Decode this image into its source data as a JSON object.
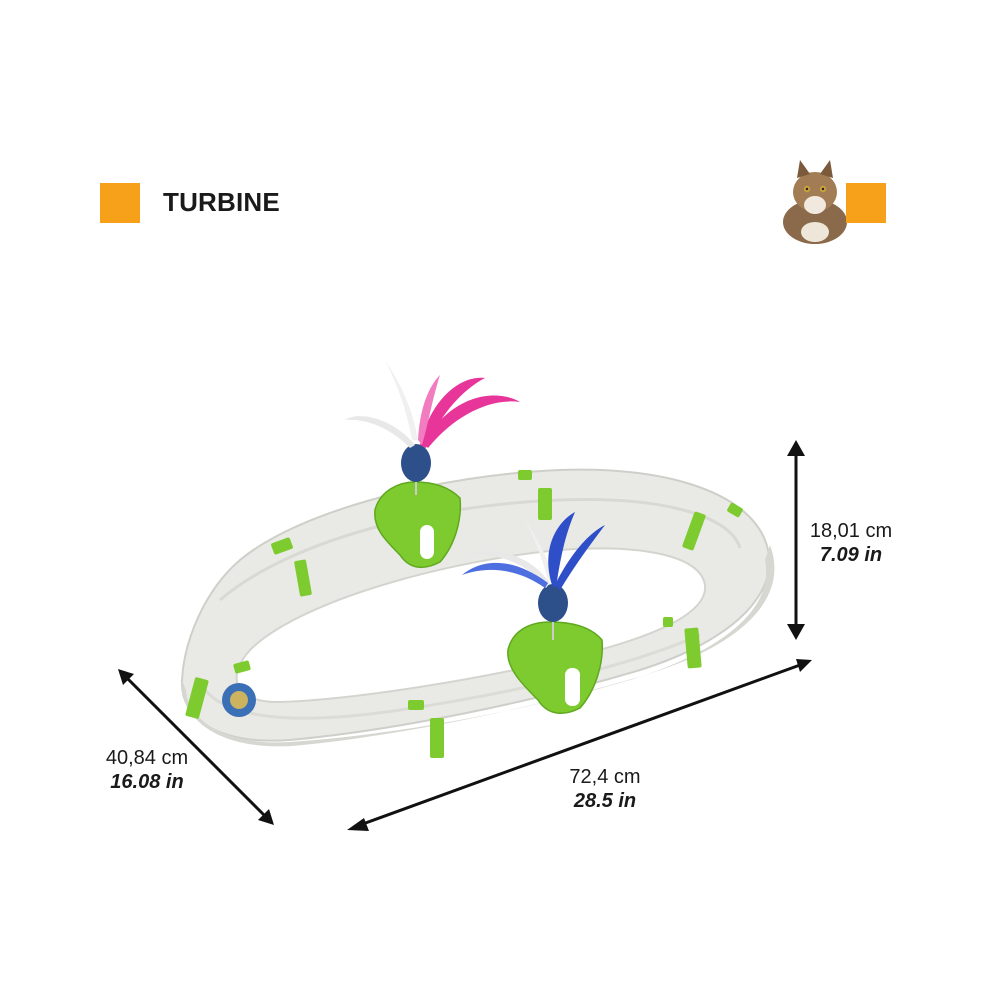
{
  "product": {
    "name": "TURBINE",
    "badge_color": "#F7A11B",
    "species_icon": "cat-photo-icon"
  },
  "dimensions": {
    "width": {
      "cm": "72,4 cm",
      "in": "28.5 in"
    },
    "depth": {
      "cm": "40,84 cm",
      "in": "16.08 in"
    },
    "height": {
      "cm": "18,01 cm",
      "in": "7.09 in"
    }
  },
  "colors": {
    "track": "#ECECEA",
    "clip": "#7DCB2E",
    "feather_pink": "#E8359A",
    "feather_blue": "#2F4FC8"
  }
}
